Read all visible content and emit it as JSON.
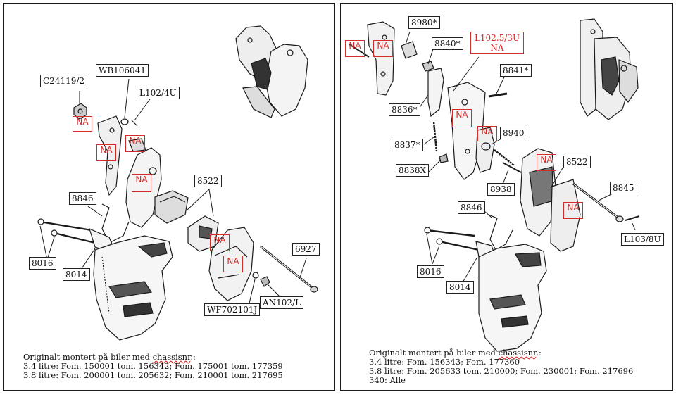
{
  "left": {
    "labels": {
      "c24119": "C24119/2",
      "wb106041": "WB106041",
      "l102_4u": "L102/4U",
      "p8846": "8846",
      "p8522": "8522",
      "p8016": "8016",
      "p8014": "8014",
      "p6927": "6927",
      "wf702101j": "WF702101J",
      "an102l": "AN102/L"
    },
    "na": "NA",
    "caption": {
      "line1_prefix": "Originalt montert på biler med ",
      "line1_word": "chassisnr",
      "line1_suffix": ".:",
      "line2": "3.4 litre: Fom. 150001 tom. 156342; Fom. 175001 tom. 177359",
      "line3": "3.8 litre: Fom. 200001 tom. 205632; Fom. 210001 tom. 217695"
    }
  },
  "right": {
    "labels": {
      "p8980": "8980*",
      "p8840": "8840*",
      "l102_5_3u": "L102.5/3U",
      "p8841": "8841*",
      "p8836": "8836*",
      "p8940": "8940",
      "p8837": "8837*",
      "p8838x": "8838X",
      "p8522": "8522",
      "p8938": "8938",
      "p8845": "8845",
      "p8846": "8846",
      "l103_8u": "L103/8U",
      "p8016": "8016",
      "p8014": "8014"
    },
    "na": "NA",
    "caption": {
      "line1_prefix": "Originalt montert på biler med ",
      "line1_word": "chassisnr",
      "line1_suffix": ".:",
      "line2": "3.4 litre: Fom. 156343; Fom. 177360",
      "line3": "3.8 litre: Fom. 205633 tom. 210000; Fom. 230001; Fom. 217696",
      "line4": "340: Alle"
    }
  },
  "colors": {
    "na_red": "#d42b2b",
    "line": "#1a1a1a"
  }
}
